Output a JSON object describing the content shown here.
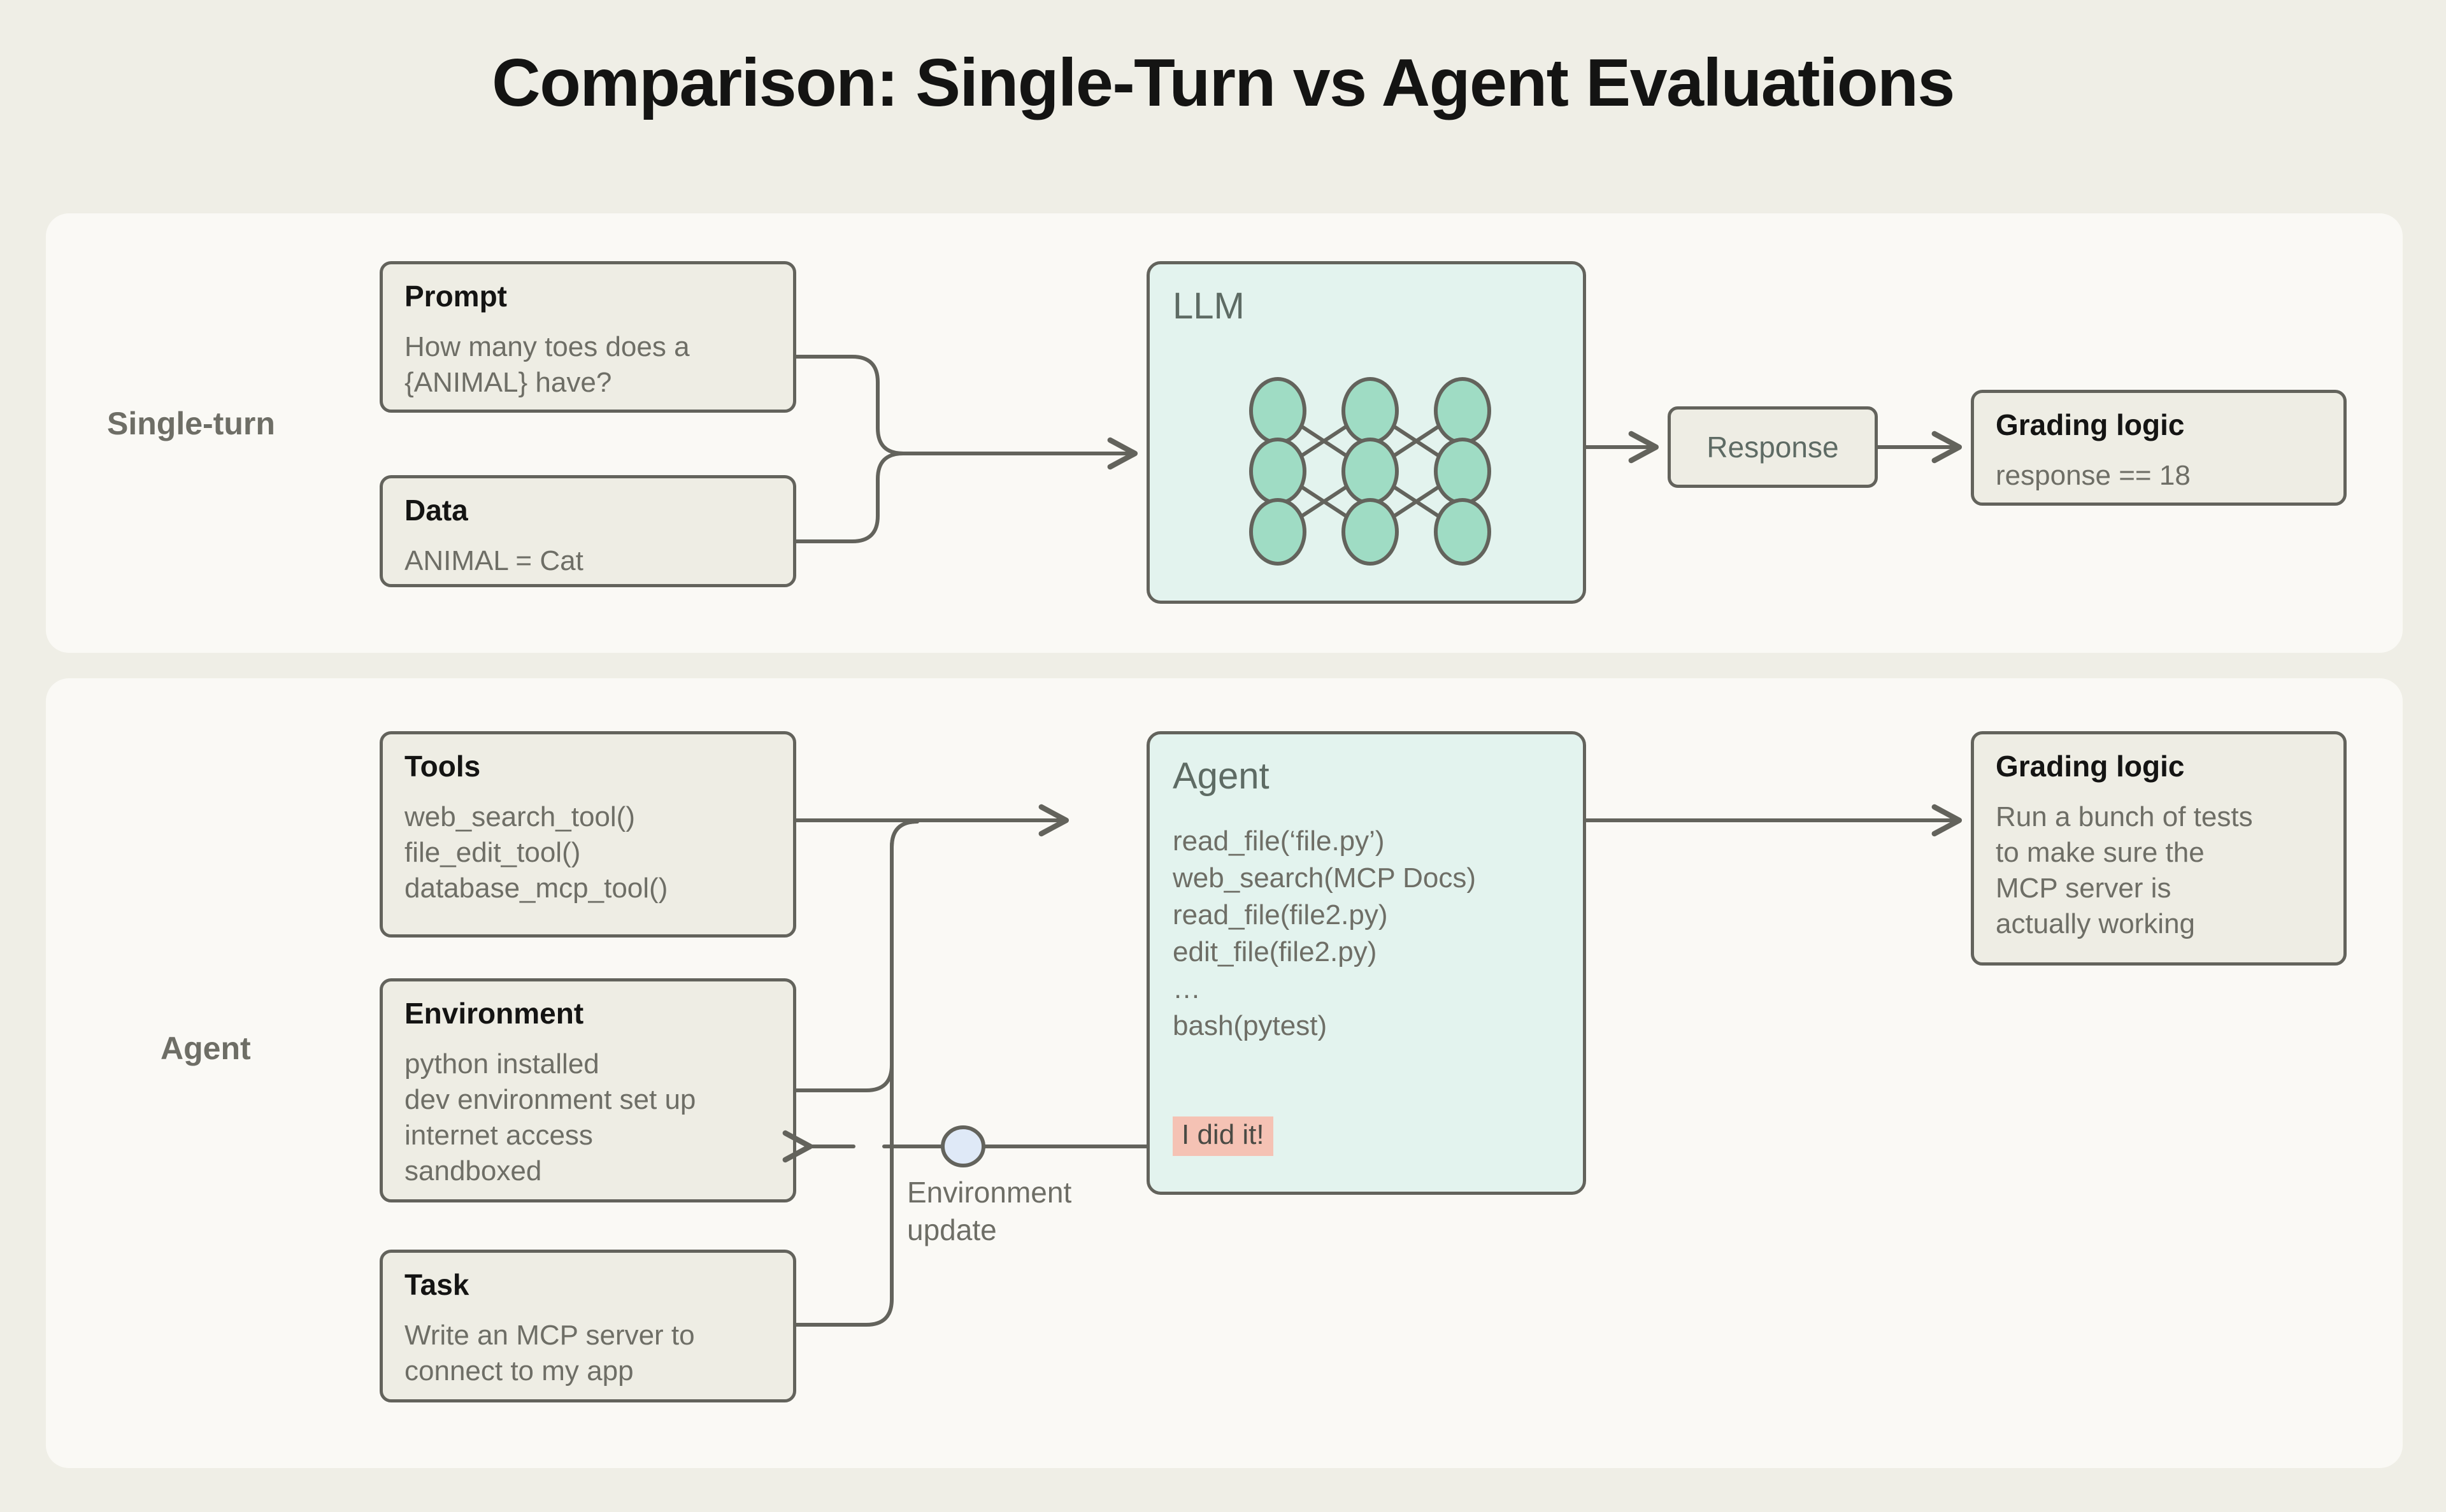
{
  "page": {
    "title": "Comparison: Single-Turn vs Agent Evaluations",
    "background_color": "#EFEEE6",
    "panel_color": "#FAF9F5",
    "box_color": "#EEEDE4",
    "mint_color": "#E3F3EE",
    "accent_green": "#9FDCC4",
    "accent_pink": "#F5C2B4",
    "stroke_color": "#63635C"
  },
  "single_turn": {
    "row_label": "Single-turn",
    "prompt": {
      "title": "Prompt",
      "body": "How many toes does a\n{ANIMAL} have?"
    },
    "data": {
      "title": "Data",
      "body": "ANIMAL = Cat"
    },
    "llm": {
      "title": "LLM",
      "network": {
        "rows": 3,
        "cols": 3,
        "node_fill": "#9FDCC4"
      }
    },
    "response": {
      "label": "Response"
    },
    "grading": {
      "title": "Grading logic",
      "body": "response == 18"
    }
  },
  "agent": {
    "row_label": "Agent",
    "tools": {
      "title": "Tools",
      "body": "web_search_tool()\nfile_edit_tool()\ndatabase_mcp_tool()"
    },
    "environment": {
      "title": "Environment",
      "body": "python installed\ndev environment set up\ninternet access\nsandboxed"
    },
    "task": {
      "title": "Task",
      "body": "Write an MCP server to\nconnect to my app"
    },
    "agent_box": {
      "title": "Agent",
      "calls": "read_file(‘file.py’)\nweb_search(MCP Docs)\nread_file(file2.py)\nedit_file(file2.py)\n…\nbash(pytest)",
      "badge": "I did it!"
    },
    "feedback": {
      "label": "Environment\nupdate",
      "node_fill": "#DFE9F7"
    },
    "grading": {
      "title": "Grading logic",
      "body": "Run a bunch of tests\nto make sure the\nMCP server is\nactually working"
    }
  }
}
